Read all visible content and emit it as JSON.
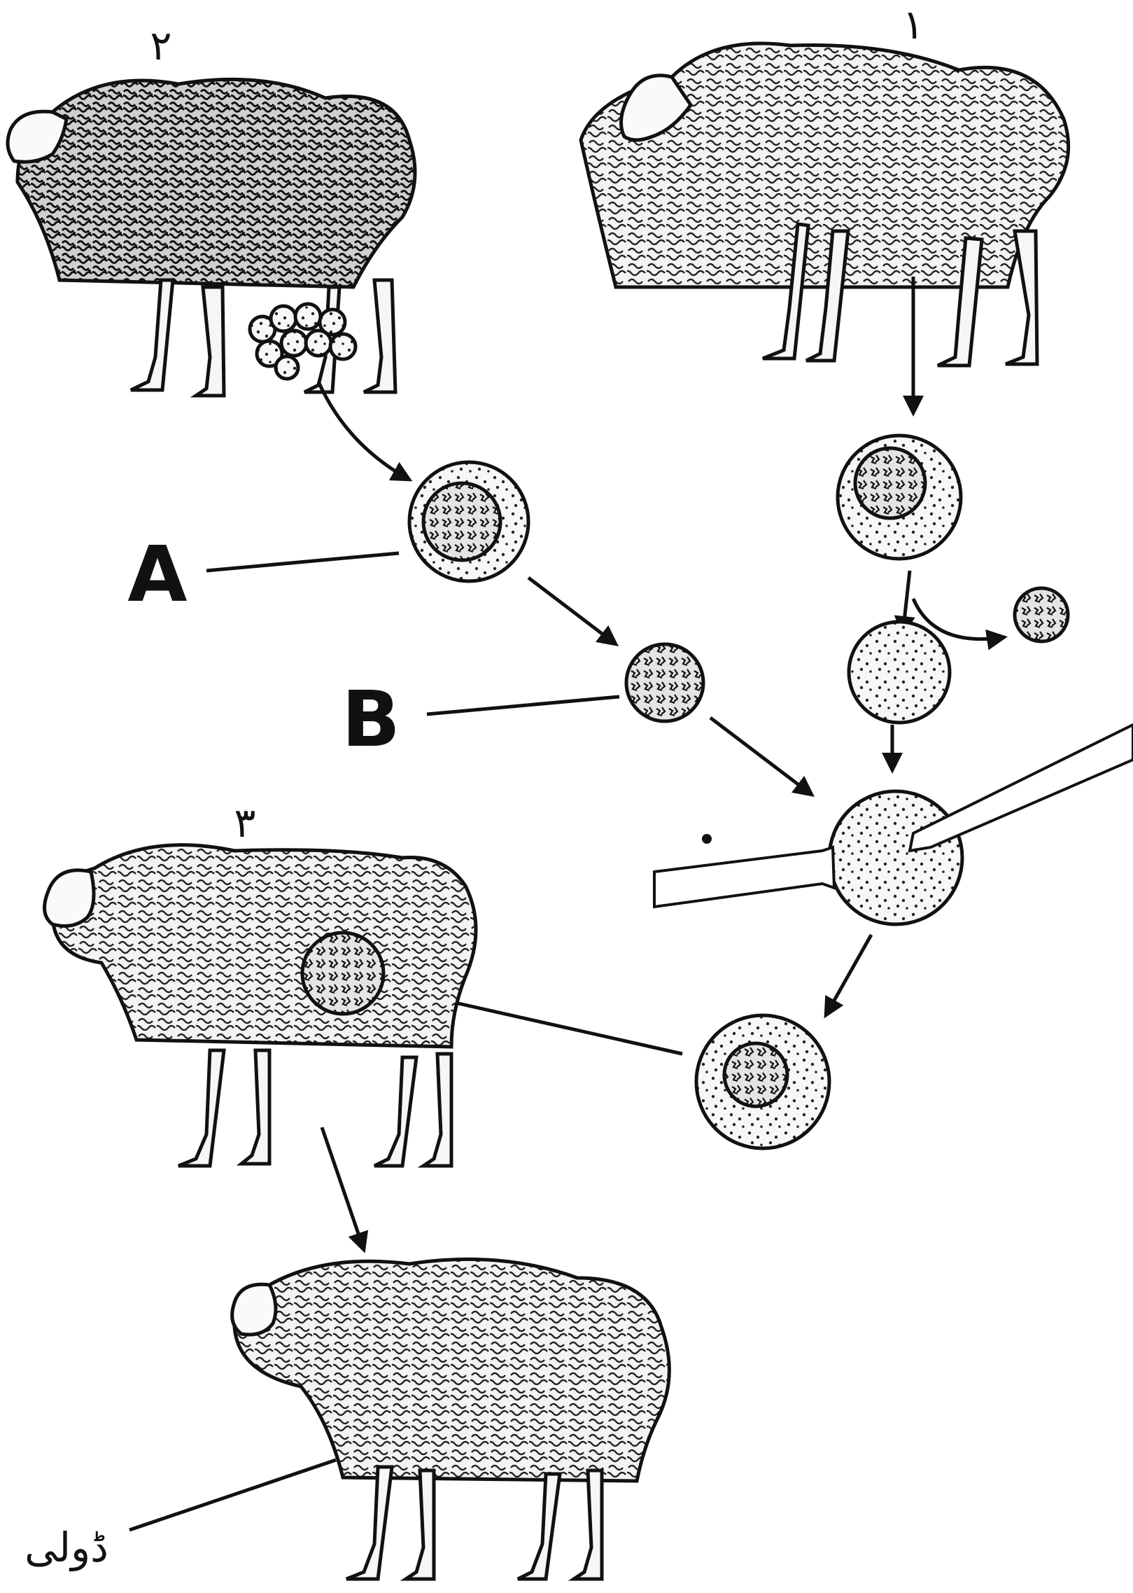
{
  "sheep": [
    {
      "id": "sheep-1",
      "label": "۱"
    },
    {
      "id": "sheep-2",
      "label": "۲"
    },
    {
      "id": "sheep-3",
      "label": "۳"
    },
    {
      "id": "sheep-dolly",
      "label": "ڈولی"
    }
  ],
  "labels": {
    "a": "A",
    "b": "B"
  },
  "colors": {
    "ink": "#111111",
    "paper": "#ffffff"
  }
}
